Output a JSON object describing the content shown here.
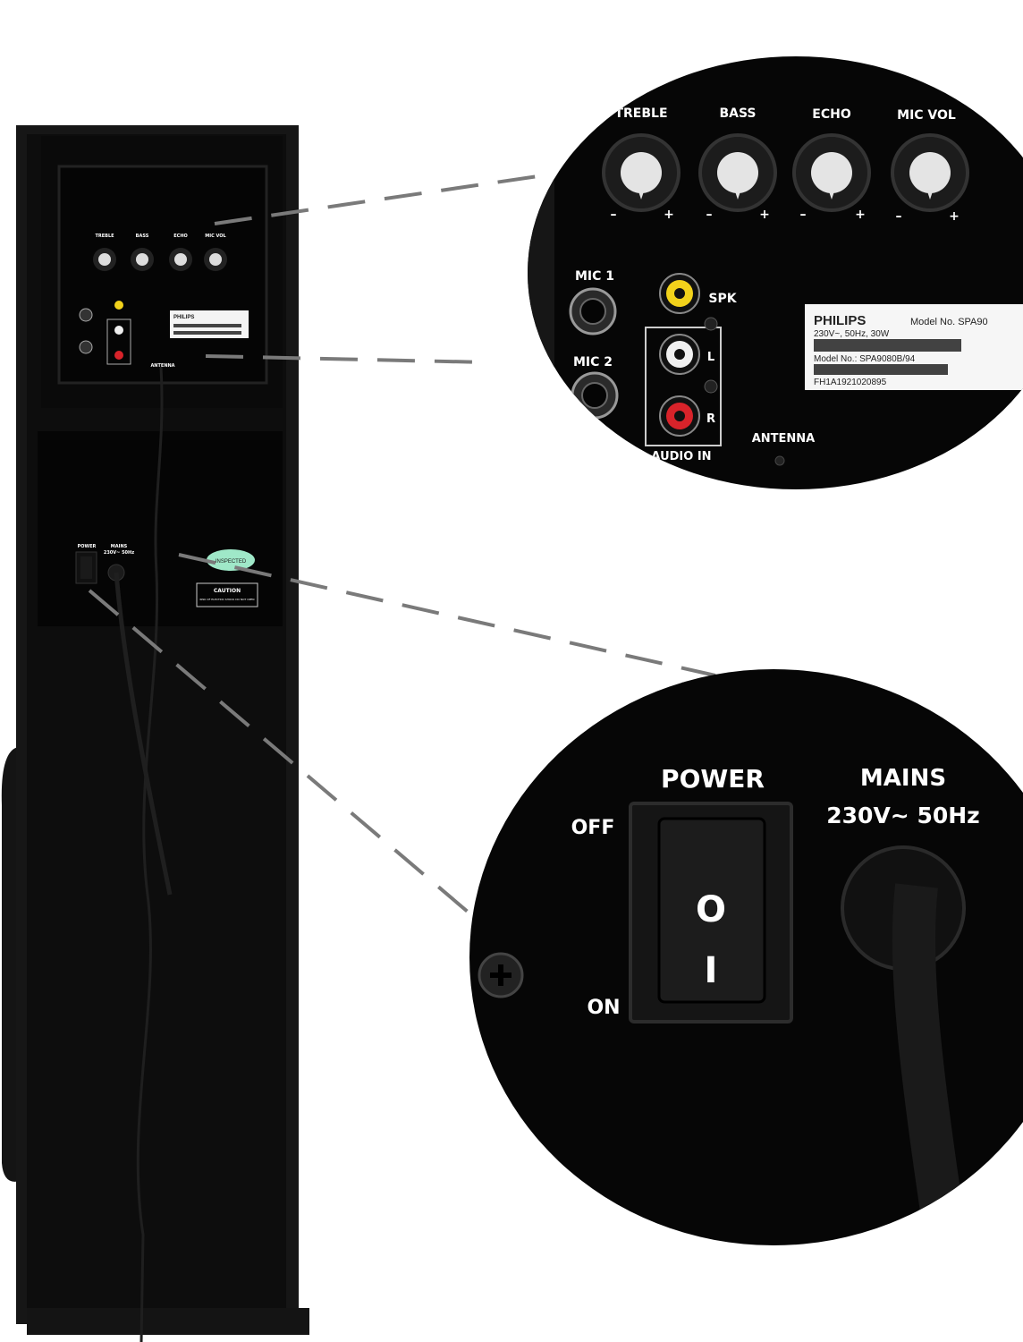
{
  "product": {
    "brand": "PHILIPS",
    "colors": {
      "cabinet": "#121212",
      "panel": "#050505",
      "callout_line": "#7a7a7a",
      "sticker": "#9fe8c8",
      "rca_yellow": "#f2d21b",
      "rca_red": "#d8232a"
    }
  },
  "controls": {
    "knobs": [
      {
        "label": "TREBLE",
        "minus": "–",
        "plus": "+"
      },
      {
        "label": "BASS",
        "minus": "–",
        "plus": "+"
      },
      {
        "label": "ECHO",
        "minus": "–",
        "plus": "+"
      },
      {
        "label": "MIC VOL",
        "minus": "–",
        "plus": "+"
      }
    ],
    "mic1": "MIC 1",
    "mic2": "MIC 2",
    "spk": "SPK",
    "left": "L",
    "right": "R",
    "audio_in": "AUDIO IN",
    "antenna": "ANTENNA"
  },
  "rating_label": {
    "brand": "PHILIPS",
    "model_top": "Model No. SPA90",
    "rating": "230V~, 50Hz, 30W",
    "model": "Model No.: SPA9080B/94",
    "serial": "FH1A1921020895"
  },
  "power_panel": {
    "power": "POWER",
    "off": "OFF",
    "on": "ON",
    "switch_off_symbol": "O",
    "switch_on_symbol": "I",
    "mains": "MAINS",
    "mains_rating": "230V~ 50Hz",
    "inspected_sticker": "INSPECTED",
    "caution": "CAUTION",
    "caution_sub": "RISK OF ELECTRIC SHOCK DO NOT OPEN"
  }
}
